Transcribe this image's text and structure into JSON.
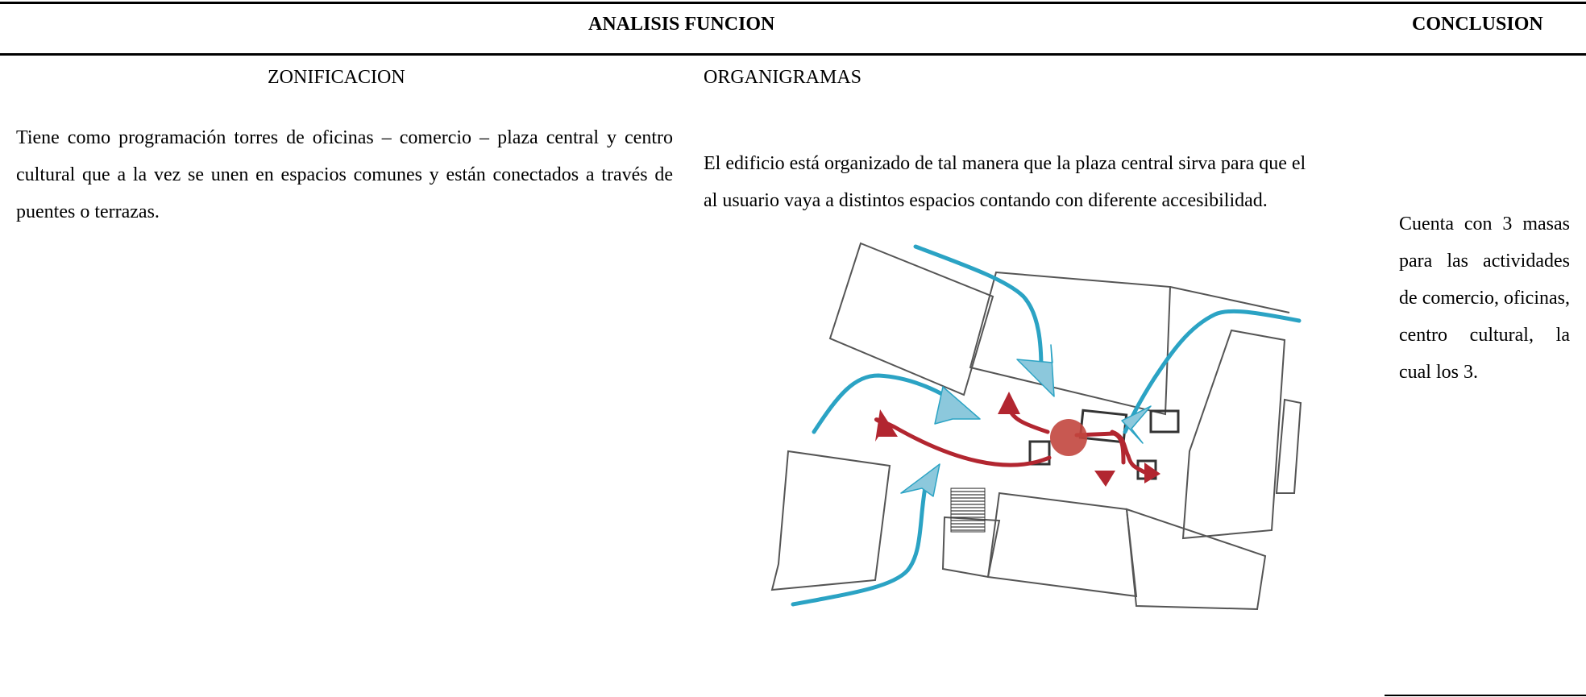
{
  "header": {
    "analysis_title": "ANALISIS FUNCION",
    "conclusion_title": "CONCLUSION"
  },
  "zonificacion": {
    "title": "ZONIFICACION",
    "text": "Tiene como programación torres de oficinas – comercio – plaza central y centro cultural que a la vez se unen en espacios comunes y están conectados a través de puentes o terrazas."
  },
  "organigramas": {
    "title": "ORGANIGRAMAS",
    "text_line1": "El edificio está organizado de tal manera que la plaza central sirva para que el",
    "text_line2": "al usuario vaya a distintos espacios contando con diferente accesibilidad."
  },
  "conclusion": {
    "text": "Cuenta con 3 masas para las actividades de comercio, oficinas, centro cultural, la cual los 3."
  },
  "diagram": {
    "flow_color_blue": "#2ba3c4",
    "arrow_color_light_blue": "#8cc8dc",
    "flow_color_red": "#b22630",
    "plaza_color": "#c2463e",
    "outline_color": "#555555"
  }
}
